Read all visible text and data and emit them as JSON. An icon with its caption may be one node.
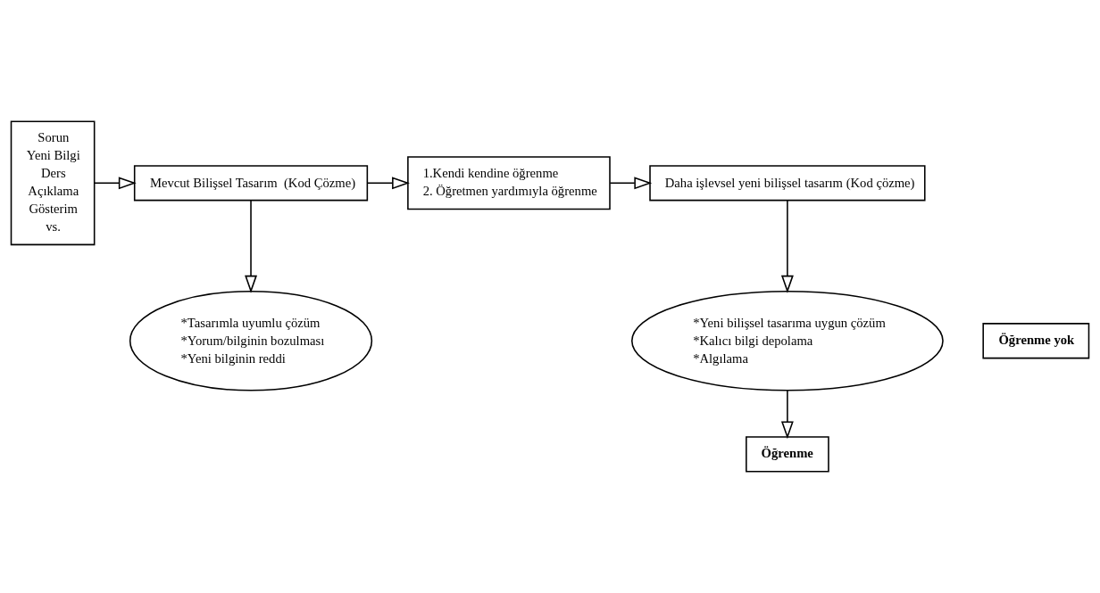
{
  "diagram": {
    "nodes": [
      {
        "text": [
          "Sorun",
          "Yeni Bilgi",
          "Ders",
          "Açıklama",
          "Gösterim",
          "vs."
        ]
      },
      {
        "text": [
          "Mevcut Bilişsel Tasarım  (Kod Çözme)"
        ]
      },
      {
        "text": [
          "1.Kendi kendine öğrenme",
          "2. Öğretmen yardımıyla öğrenme"
        ]
      },
      {
        "text": [
          "Daha işlevsel yeni bilişsel tasarım (Kod çözme)"
        ]
      },
      {
        "text": [
          "*Yeni bilişsel tasarıma uygun çözüm",
          "*Kalıcı bilgi depolama",
          "*Algılama"
        ]
      },
      {
        "text": [
          "Öğrenme"
        ]
      },
      {
        "text": [
          "*Tasarımla uyumlu çözüm",
          "*Yorum/bilginin bozulması",
          "*Yeni bilginin reddi"
        ]
      },
      {
        "text": [
          "Öğrenme yok"
        ]
      }
    ],
    "edges": [
      {
        "from": 0,
        "to": 1,
        "arrow": "to"
      },
      {
        "from": 1,
        "to": 2,
        "arrow": "to"
      },
      {
        "from": 2,
        "to": 3,
        "arrow": "to"
      },
      {
        "from": 3,
        "to": 4,
        "arrow": "to"
      },
      {
        "from": 4,
        "to": 5,
        "arrow": "to"
      },
      {
        "from": 1,
        "to": 6,
        "arrow": "to"
      }
    ]
  }
}
